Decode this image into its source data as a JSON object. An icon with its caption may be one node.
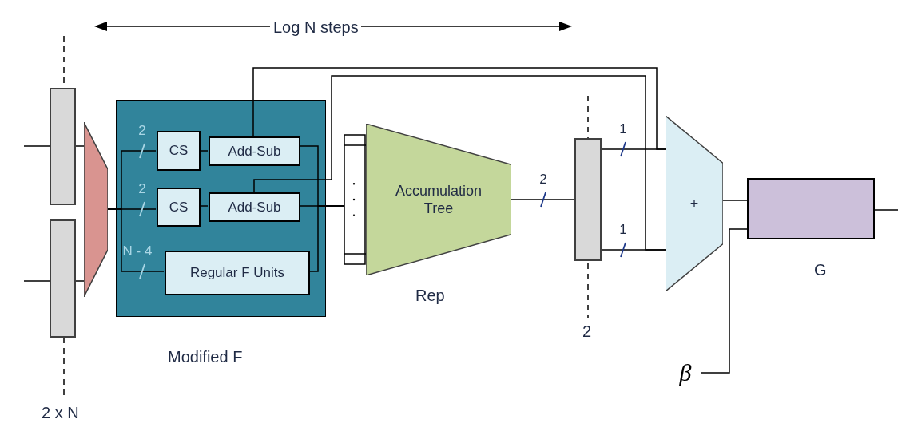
{
  "diagram": {
    "nodes": [
      {
        "text": [],
        "shape": "bar"
      },
      {
        "text": [],
        "shape": "bar"
      },
      {
        "text": [],
        "shape": "trapezoid"
      },
      {
        "text": [
          "Modified F"
        ]
      },
      {
        "text": [
          "CS"
        ],
        "in": 3
      },
      {
        "text": [
          "Add-Sub"
        ],
        "in": 3
      },
      {
        "text": [
          "CS"
        ],
        "in": 3
      },
      {
        "text": [
          "Add-Sub"
        ],
        "in": 3
      },
      {
        "text": [
          "Regular F Units"
        ],
        "in": 3
      },
      {
        "text": [],
        "shape": "bar"
      },
      {
        "text": [
          "Accumulation Tree"
        ],
        "beside": [
          "Rep"
        ]
      },
      {
        "text": [],
        "shape": "bar"
      },
      {
        "text": [
          "+"
        ]
      },
      {
        "text": [
          "G"
        ]
      },
      {
        "text": [
          "β"
        ]
      }
    ],
    "edges": [
      {
        "from": null,
        "to": 0,
        "arrow": "none"
      },
      {
        "from": null,
        "to": 1,
        "arrow": "none"
      },
      {
        "from": 0,
        "to": 2,
        "arrow": "none"
      },
      {
        "from": 1,
        "to": 2,
        "arrow": "none"
      },
      {
        "from": 2,
        "to": 4,
        "arrow": "none",
        "label": "2"
      },
      {
        "from": 2,
        "to": 6,
        "arrow": "none",
        "label": "2"
      },
      {
        "from": 2,
        "to": 8,
        "arrow": "none",
        "label": "N - 4"
      },
      {
        "from": 4,
        "to": 5,
        "arrow": "none"
      },
      {
        "from": 6,
        "to": 7,
        "arrow": "none"
      },
      {
        "from": 5,
        "to": 9,
        "arrow": "none"
      },
      {
        "from": 7,
        "to": 9,
        "arrow": "none"
      },
      {
        "from": 8,
        "to": 9,
        "arrow": "none"
      },
      {
        "from": 10,
        "to": 11,
        "arrow": "none",
        "label": "2"
      },
      {
        "from": 11,
        "to": 12,
        "arrow": "none",
        "label": "1"
      },
      {
        "from": 11,
        "to": 12,
        "arrow": "none",
        "label": "1"
      },
      {
        "from": 5,
        "to": 12,
        "arrow": "none"
      },
      {
        "from": 7,
        "to": 12,
        "arrow": "none"
      },
      {
        "from": 12,
        "to": 13,
        "arrow": "none"
      },
      {
        "from": 14,
        "to": 13,
        "arrow": "none"
      },
      {
        "from": 13,
        "to": null,
        "arrow": "none"
      }
    ],
    "labels": [
      "Log N steps",
      "2 x N",
      "2"
    ]
  }
}
